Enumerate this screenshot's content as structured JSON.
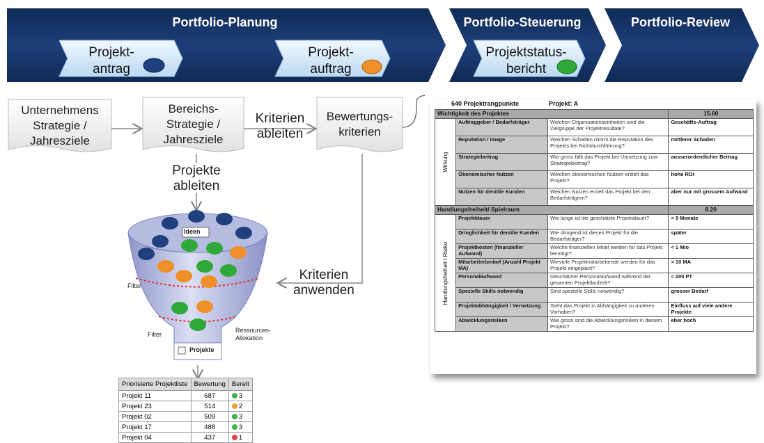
{
  "phases": {
    "planung": "Portfolio-Planung",
    "steuerung": "Portfolio-Steuerung",
    "review": "Portfolio-Review"
  },
  "sub_steps": [
    {
      "line1": "Projekt-",
      "line2": "antrag",
      "dot_color": "#1f3f7f"
    },
    {
      "line1": "Projekt-",
      "line2": "auftrag",
      "dot_color": "#f0902a"
    },
    {
      "line1": "Projektstatus-",
      "line2": "bericht",
      "dot_color": "#2fa83a"
    }
  ],
  "documents": {
    "strategy": [
      "Unternehmens",
      "Strategie /",
      "Jahresziele"
    ],
    "area_strategy": [
      "Bereichs-",
      "Strategie /",
      "Jahresziele"
    ],
    "criteria": [
      "Bewertungs-",
      "kriterien"
    ]
  },
  "arrow_labels": {
    "derive_criteria": [
      "Kriterien",
      "ableiten"
    ],
    "derive_projects": [
      "Projekte",
      "ableiten"
    ],
    "apply_criteria": [
      "Kriterien",
      "anwenden"
    ]
  },
  "funnel": {
    "ideas_label": "Ideen",
    "filter_1": "Filter",
    "filter_2": "Filter",
    "resource_1": "Ressourcen-",
    "resource_2": "Allokation",
    "projects_label": "Projekte"
  },
  "ranking_table": {
    "headers": [
      "Priorisierte Projektliste",
      "Bewertung",
      "Bereit"
    ],
    "rows": [
      {
        "name": "Projekt 11",
        "score": "687",
        "ready": "3",
        "color": "#3db34a"
      },
      {
        "name": "Projekt 23",
        "score": "514",
        "ready": "2",
        "color": "#f0a030"
      },
      {
        "name": "Projekt 02",
        "score": "509",
        "ready": "3",
        "color": "#3db34a"
      },
      {
        "name": "Projekt 17",
        "score": "488",
        "ready": "3",
        "color": "#3db34a"
      },
      {
        "name": "Projekt 04",
        "score": "437",
        "ready": "1",
        "color": "#e04040"
      }
    ]
  },
  "evaluation": {
    "points": "640 Projektrangpunkte",
    "project": "Projekt: A",
    "section1": {
      "title": "Wichtigkeit des Projektes",
      "score": "15.60",
      "group": "Wirkung"
    },
    "rows1": [
      {
        "criterion": "Auftraggeber / Bedarfsträger",
        "desc": "Welchen Organisationseinheiten sind die Zielgruppe der Projektresultate?",
        "value": "Geschäfts-Auftrag"
      },
      {
        "criterion": "Reputation / Image",
        "desc": "Welchen Schaden nimmt die Reputation des Projekts bei Nichtdurchführung?",
        "value": "mittlerer Schaden"
      },
      {
        "criterion": "Strategiebeitrag",
        "desc": "Wie gross fällt das Projekt bei Umsetzung zum Strategiebeitrag?",
        "value": "ausserordentlicher Beitrag"
      },
      {
        "criterion": "Ökonomischer Nutzen",
        "desc": "Welchen ökonomischen Nutzen erzielt das Projekt?",
        "value": "hohe ROI"
      },
      {
        "criterion": "Nutzen für den/die Kunden",
        "desc": "Welchen Nutzen erzielt das Projekt bei den Bedarfsträgern?",
        "value": "aber nur mit grossem Aufwand"
      }
    ],
    "section2": {
      "title": "Handlungsfreiheit/ Spielraum",
      "score": "8.20",
      "group": "Handlungsfreiheit / Risiko"
    },
    "rows2": [
      {
        "criterion": "Projektdauer",
        "desc": "Wie lange ist die geschätzte Projektdauer?",
        "value": "< 9 Monate"
      },
      {
        "criterion": "Dringlichkeit für den/die Kunden",
        "desc": "Wie dringend ist dieses Projekt für die Bedarfsträger?",
        "value": "später"
      },
      {
        "criterion": "Projektkosten (finanzieller Aufwand)",
        "desc": "Welche finanziellen Mittel werden für das Projekt benötigt?",
        "value": "< 1 Mio"
      },
      {
        "criterion": "Mitarbeiterbedarf (Anzahl Projekt MA)",
        "desc": "Wieviele Projektmitarbeitende werden für das Projekt eingeplant?",
        "value": "> 10 MA"
      },
      {
        "criterion": "Personalaufwand",
        "desc": "Geschätzter Personalaufwand während der gesamten Projektlaufzeit?",
        "value": "< 200 PT"
      },
      {
        "criterion": "Spezielle Skills notwendig",
        "desc": "Sind spezielle Skills notwendig?",
        "value": "grosser Bedarf"
      },
      {
        "criterion": "Projektabhängigkeit / Vernetzung",
        "desc": "Steht das Projekt in Abhängigkeit zu anderen Vorhaben?",
        "value": "Einfluss auf viele andere Projekte"
      },
      {
        "criterion": "Abwicklungsrisiken",
        "desc": "Wie gross sind die Abwicklungsrisiken in diesem Projekt?",
        "value": "eher hoch"
      }
    ]
  }
}
